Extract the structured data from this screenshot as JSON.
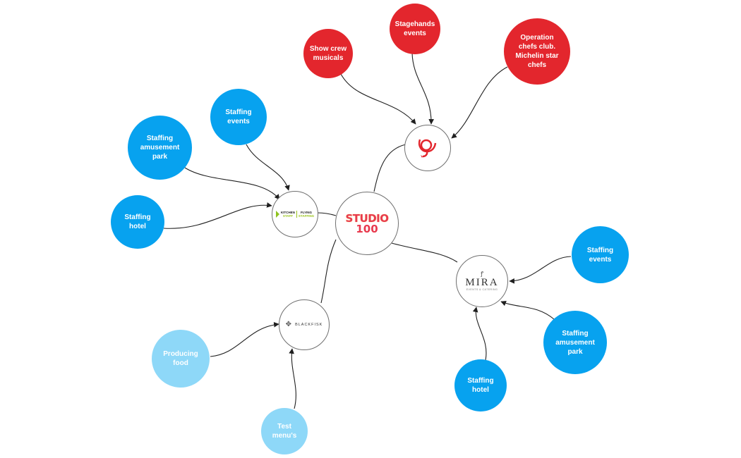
{
  "colors": {
    "red": "#e3262d",
    "blue": "#07a2ef",
    "light_blue": "#8ed8f8",
    "link": "#1f1f1f"
  },
  "center": {
    "logo_line1": "STUDIO",
    "logo_line2": "100"
  },
  "logos": {
    "kitchen": {
      "line1a": "KITCHEN",
      "line1b": "STAFF",
      "line2a": "FLYING",
      "line2b": "STAFFING"
    },
    "mira": {
      "mark": "ꝭ",
      "word": "MIRA",
      "sub": "EVENTS & CATERING"
    },
    "blackfisk": {
      "word": "BLACKFISK"
    }
  },
  "bubbles": {
    "show_crew": "Show crew musicals",
    "stagehands": "Stagehands events",
    "operation_chefs": "Operation chefs club. Michelin star chefs",
    "staffing_events_left": "Staffing events",
    "staffing_amusement_left": "Staffing amusement park",
    "staffing_hotel_left": "Staffing hotel",
    "staffing_events_right": "Staffing events",
    "staffing_amusement_right": "Staffing amusement park",
    "staffing_hotel_right": "Staffing hotel",
    "producing_food": "Producing food",
    "test_menus": "Test menu's"
  }
}
